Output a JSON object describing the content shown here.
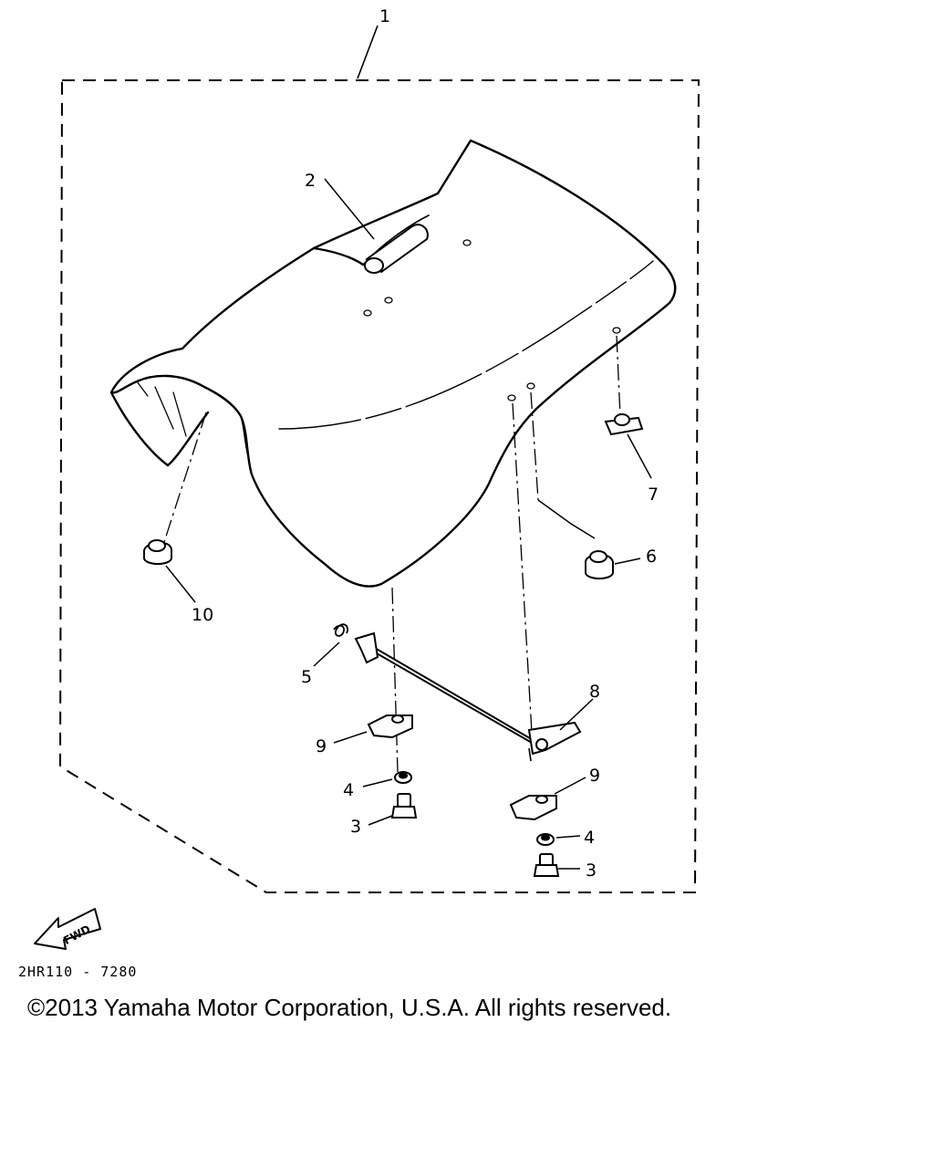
{
  "diagram": {
    "callouts": [
      "1",
      "2",
      "3",
      "3",
      "4",
      "4",
      "5",
      "6",
      "7",
      "8",
      "9",
      "9",
      "10"
    ],
    "fwd_label": "FWD",
    "code": "2HR110 - 7280"
  },
  "footer": {
    "copyright": "©2013 Yamaha Motor Corporation, U.S.A. All rights reserved."
  }
}
